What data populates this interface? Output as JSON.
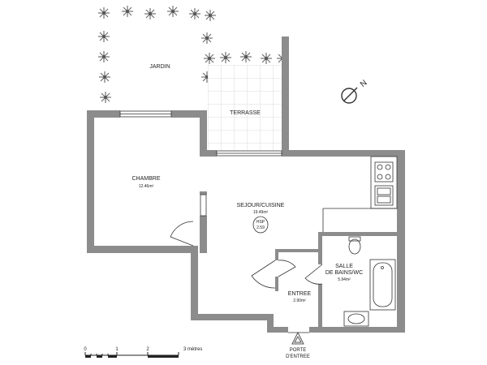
{
  "rooms": {
    "jardin": {
      "name": "JARDIN"
    },
    "terrasse": {
      "name": "TERRASSE"
    },
    "chambre": {
      "name": "CHAMBRE",
      "area": "12.46m²"
    },
    "sejour": {
      "name": "SEJOUR/CUISINE",
      "area": "19.49m²"
    },
    "salle_de_bains": {
      "name_line1": "SALLE",
      "name_line2": "DE BAINS/WC",
      "area": "5.94m²"
    },
    "entree": {
      "name": "ENTREE",
      "area": "2.90m²"
    }
  },
  "hsp": {
    "line1": "HSP",
    "line2": "2.59"
  },
  "porte_entree": {
    "line1": "PORTE",
    "line2": "D'ENTREE"
  },
  "compass": {
    "label": "N"
  },
  "scale": {
    "ticks": [
      "0",
      "1",
      "2"
    ],
    "unit_label": "3 mètres"
  },
  "colors": {
    "wall": "#8c8c8c",
    "line": "#333333",
    "grid": "#d2d2d2",
    "plant": "#666666"
  },
  "icons": [
    "plant-icon",
    "compass-icon",
    "sink-icon",
    "stove-icon",
    "toilet-icon",
    "bathtub-icon",
    "washbasin-icon",
    "entrance-arrow-icon"
  ]
}
